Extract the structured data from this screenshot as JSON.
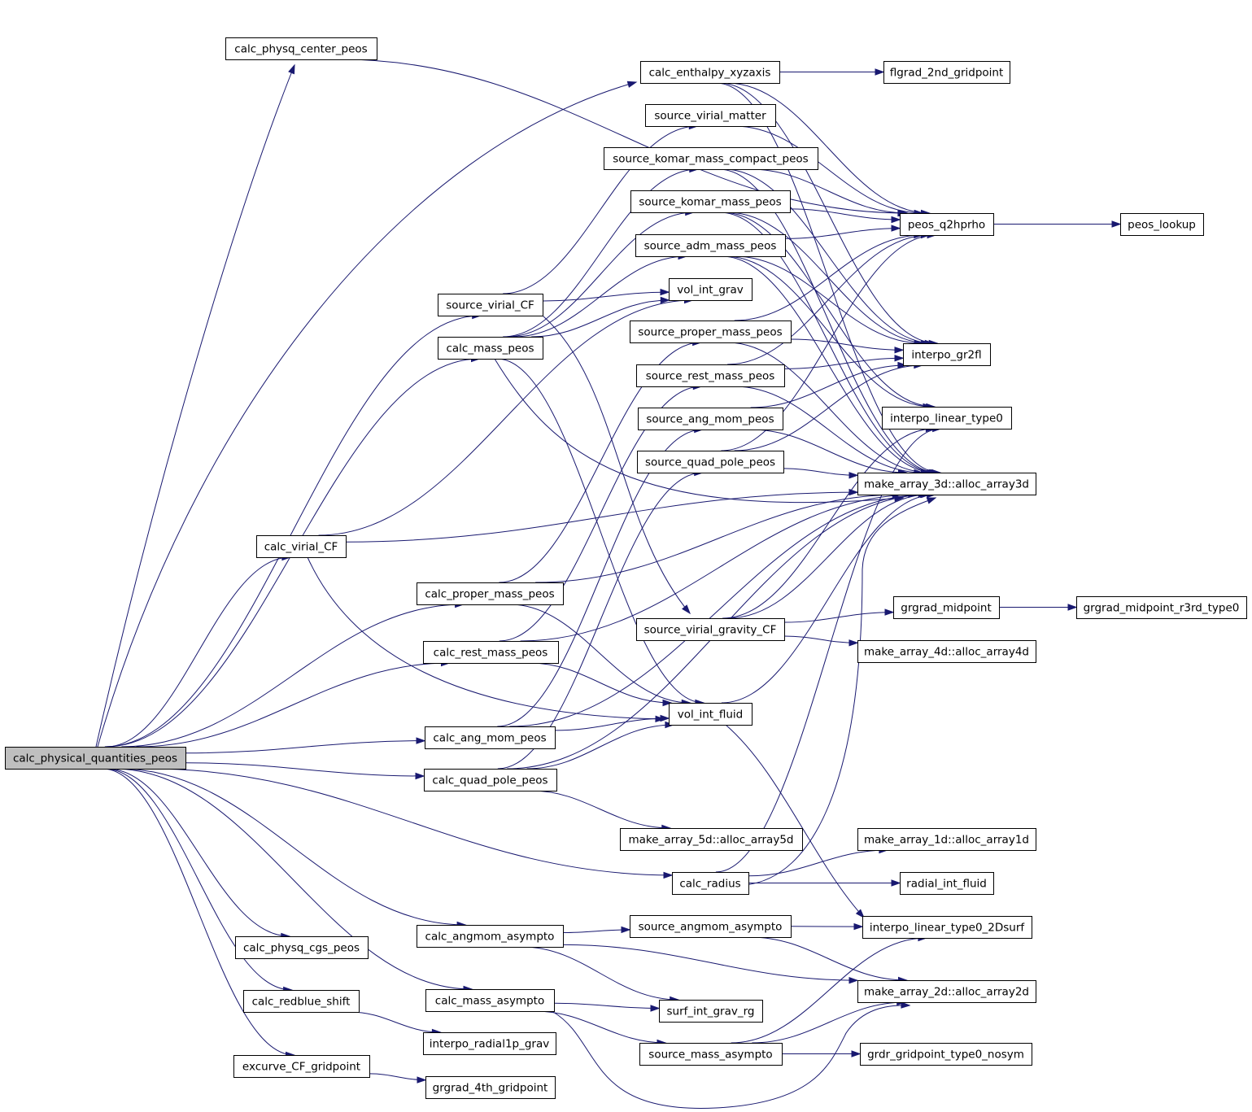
{
  "graph": {
    "root": "calc_physical_quantities_peos",
    "nodes": [
      {
        "id": "root",
        "label": "calc_physical_quantities_peos"
      },
      {
        "id": "physq_center",
        "label": "calc_physq_center_peos"
      },
      {
        "id": "enthalpy",
        "label": "calc_enthalpy_xyzaxis"
      },
      {
        "id": "flgrad",
        "label": "flgrad_2nd_gridpoint"
      },
      {
        "id": "src_virial_matter",
        "label": "source_virial_matter"
      },
      {
        "id": "src_komar_compact",
        "label": "source_komar_mass_compact_peos"
      },
      {
        "id": "src_komar",
        "label": "source_komar_mass_peos"
      },
      {
        "id": "peos_q2hprho",
        "label": "peos_q2hprho"
      },
      {
        "id": "peos_lookup",
        "label": "peos_lookup"
      },
      {
        "id": "src_adm",
        "label": "source_adm_mass_peos"
      },
      {
        "id": "vol_int_grav",
        "label": "vol_int_grav"
      },
      {
        "id": "src_virial_cf",
        "label": "source_virial_CF"
      },
      {
        "id": "calc_mass",
        "label": "calc_mass_peos"
      },
      {
        "id": "src_proper",
        "label": "source_proper_mass_peos"
      },
      {
        "id": "interpo_gr2fl",
        "label": "interpo_gr2fl"
      },
      {
        "id": "src_rest",
        "label": "source_rest_mass_peos"
      },
      {
        "id": "src_angmom",
        "label": "source_ang_mom_peos"
      },
      {
        "id": "interpo_lin0",
        "label": "interpo_linear_type0"
      },
      {
        "id": "src_quad",
        "label": "source_quad_pole_peos"
      },
      {
        "id": "alloc3d",
        "label": "make_array_3d::alloc_array3d"
      },
      {
        "id": "calc_virial",
        "label": "calc_virial_CF"
      },
      {
        "id": "calc_proper",
        "label": "calc_proper_mass_peos"
      },
      {
        "id": "grgrad_mid",
        "label": "grgrad_midpoint"
      },
      {
        "id": "grgrad_mid_r3rd",
        "label": "grgrad_midpoint_r3rd_type0"
      },
      {
        "id": "src_virial_grav",
        "label": "source_virial_gravity_CF"
      },
      {
        "id": "alloc4d",
        "label": "make_array_4d::alloc_array4d"
      },
      {
        "id": "calc_rest",
        "label": "calc_rest_mass_peos"
      },
      {
        "id": "vol_int_fluid",
        "label": "vol_int_fluid"
      },
      {
        "id": "calc_angmom",
        "label": "calc_ang_mom_peos"
      },
      {
        "id": "calc_quad",
        "label": "calc_quad_pole_peos"
      },
      {
        "id": "alloc5d",
        "label": "make_array_5d::alloc_array5d"
      },
      {
        "id": "alloc1d",
        "label": "make_array_1d::alloc_array1d"
      },
      {
        "id": "calc_radius",
        "label": "calc_radius"
      },
      {
        "id": "radial_int",
        "label": "radial_int_fluid"
      },
      {
        "id": "calc_angmom_asym",
        "label": "calc_angmom_asympto"
      },
      {
        "id": "src_angmom_asym",
        "label": "source_angmom_asympto"
      },
      {
        "id": "interpo_2dsurf",
        "label": "interpo_linear_type0_2Dsurf"
      },
      {
        "id": "physq_cgs",
        "label": "calc_physq_cgs_peos"
      },
      {
        "id": "alloc2d",
        "label": "make_array_2d::alloc_array2d"
      },
      {
        "id": "calc_mass_asym",
        "label": "calc_mass_asympto"
      },
      {
        "id": "surf_int",
        "label": "surf_int_grav_rg"
      },
      {
        "id": "redblue",
        "label": "calc_redblue_shift"
      },
      {
        "id": "src_mass_asym",
        "label": "source_mass_asympto"
      },
      {
        "id": "grdr",
        "label": "grdr_gridpoint_type0_nosym"
      },
      {
        "id": "interpo_radial",
        "label": "interpo_radial1p_grav"
      },
      {
        "id": "excurve",
        "label": "excurve_CF_gridpoint"
      },
      {
        "id": "grgrad4th",
        "label": "grgrad_4th_gridpoint"
      }
    ],
    "edges": [
      [
        "root",
        "physq_center"
      ],
      [
        "root",
        "enthalpy"
      ],
      [
        "root",
        "src_virial_cf"
      ],
      [
        "root",
        "calc_mass"
      ],
      [
        "root",
        "calc_virial"
      ],
      [
        "root",
        "calc_proper"
      ],
      [
        "root",
        "calc_rest"
      ],
      [
        "root",
        "calc_angmom"
      ],
      [
        "root",
        "calc_quad"
      ],
      [
        "root",
        "calc_radius"
      ],
      [
        "root",
        "calc_angmom_asym"
      ],
      [
        "root",
        "physq_cgs"
      ],
      [
        "root",
        "calc_mass_asym"
      ],
      [
        "root",
        "redblue"
      ],
      [
        "root",
        "excurve"
      ],
      [
        "physq_center",
        "peos_q2hprho"
      ],
      [
        "enthalpy",
        "flgrad"
      ],
      [
        "enthalpy",
        "peos_q2hprho"
      ],
      [
        "enthalpy",
        "interpo_gr2fl"
      ],
      [
        "enthalpy",
        "alloc3d"
      ],
      [
        "src_virial_matter",
        "peos_q2hprho"
      ],
      [
        "src_komar_compact",
        "peos_q2hprho"
      ],
      [
        "src_komar_compact",
        "interpo_gr2fl"
      ],
      [
        "src_komar_compact",
        "alloc3d"
      ],
      [
        "src_komar",
        "peos_q2hprho"
      ],
      [
        "src_komar",
        "interpo_gr2fl"
      ],
      [
        "src_komar",
        "interpo_lin0"
      ],
      [
        "src_komar",
        "alloc3d"
      ],
      [
        "peos_q2hprho",
        "peos_lookup"
      ],
      [
        "src_adm",
        "peos_q2hprho"
      ],
      [
        "src_adm",
        "interpo_gr2fl"
      ],
      [
        "src_adm",
        "interpo_lin0"
      ],
      [
        "src_adm",
        "alloc3d"
      ],
      [
        "src_virial_cf",
        "src_virial_matter"
      ],
      [
        "src_virial_cf",
        "src_virial_grav"
      ],
      [
        "src_virial_cf",
        "vol_int_grav"
      ],
      [
        "calc_mass",
        "src_komar_compact"
      ],
      [
        "calc_mass",
        "src_komar"
      ],
      [
        "calc_mass",
        "src_adm"
      ],
      [
        "calc_mass",
        "vol_int_grav"
      ],
      [
        "calc_mass",
        "vol_int_fluid"
      ],
      [
        "calc_mass",
        "alloc3d"
      ],
      [
        "src_proper",
        "peos_q2hprho"
      ],
      [
        "src_proper",
        "interpo_gr2fl"
      ],
      [
        "src_proper",
        "alloc3d"
      ],
      [
        "src_rest",
        "peos_q2hprho"
      ],
      [
        "src_rest",
        "interpo_gr2fl"
      ],
      [
        "src_rest",
        "alloc3d"
      ],
      [
        "src_angmom",
        "interpo_gr2fl"
      ],
      [
        "src_angmom",
        "alloc3d"
      ],
      [
        "src_quad",
        "peos_q2hprho"
      ],
      [
        "src_quad",
        "interpo_gr2fl"
      ],
      [
        "src_quad",
        "alloc3d"
      ],
      [
        "calc_virial",
        "vol_int_grav"
      ],
      [
        "calc_virial",
        "alloc3d"
      ],
      [
        "calc_virial",
        "vol_int_fluid"
      ],
      [
        "calc_proper",
        "src_proper"
      ],
      [
        "calc_proper",
        "alloc3d"
      ],
      [
        "calc_proper",
        "vol_int_fluid"
      ],
      [
        "grgrad_mid",
        "grgrad_mid_r3rd"
      ],
      [
        "src_virial_grav",
        "interpo_lin0"
      ],
      [
        "src_virial_grav",
        "grgrad_mid"
      ],
      [
        "src_virial_grav",
        "alloc3d"
      ],
      [
        "src_virial_grav",
        "alloc4d"
      ],
      [
        "calc_rest",
        "src_rest"
      ],
      [
        "calc_rest",
        "vol_int_fluid"
      ],
      [
        "calc_rest",
        "alloc3d"
      ],
      [
        "vol_int_fluid",
        "alloc3d"
      ],
      [
        "vol_int_fluid",
        "interpo_2dsurf"
      ],
      [
        "calc_angmom",
        "src_angmom"
      ],
      [
        "calc_angmom",
        "vol_int_fluid"
      ],
      [
        "calc_angmom",
        "alloc3d"
      ],
      [
        "calc_quad",
        "src_quad"
      ],
      [
        "calc_quad",
        "vol_int_fluid"
      ],
      [
        "calc_quad",
        "alloc3d"
      ],
      [
        "calc_quad",
        "alloc5d"
      ],
      [
        "calc_radius",
        "alloc1d"
      ],
      [
        "calc_radius",
        "radial_int"
      ],
      [
        "calc_radius",
        "interpo_lin0"
      ],
      [
        "calc_radius",
        "alloc3d"
      ],
      [
        "calc_angmom_asym",
        "src_angmom_asym"
      ],
      [
        "calc_angmom_asym",
        "surf_int"
      ],
      [
        "calc_angmom_asym",
        "alloc2d"
      ],
      [
        "src_angmom_asym",
        "interpo_2dsurf"
      ],
      [
        "src_angmom_asym",
        "alloc2d"
      ],
      [
        "calc_mass_asym",
        "surf_int"
      ],
      [
        "calc_mass_asym",
        "src_mass_asym"
      ],
      [
        "calc_mass_asym",
        "alloc2d"
      ],
      [
        "src_mass_asym",
        "interpo_2dsurf"
      ],
      [
        "src_mass_asym",
        "alloc2d"
      ],
      [
        "src_mass_asym",
        "grdr"
      ],
      [
        "redblue",
        "interpo_radial"
      ],
      [
        "excurve",
        "grgrad4th"
      ]
    ]
  }
}
